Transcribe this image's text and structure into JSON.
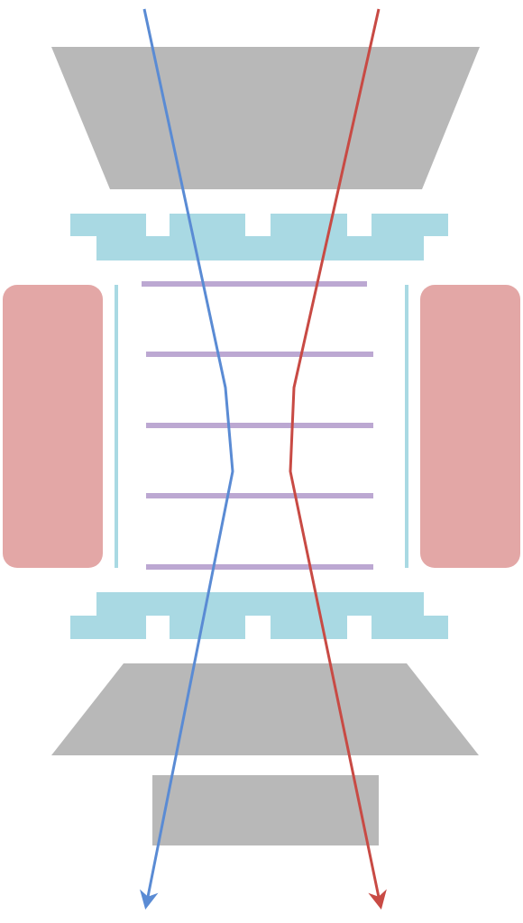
{
  "colors": {
    "background": "#ffffff",
    "trapezoid": "#b8b8b8",
    "block": "#b8b8b8",
    "bracket": "#a9d9e3",
    "sidebar": "#a9d9e3",
    "side_pad": "#e3a7a6",
    "plate": "#bca8d2",
    "blue_ray": "#5a8bd4",
    "red_ray": "#c84a44"
  },
  "elements": {
    "upper_trapezoid": "upper-trapezoid",
    "upper_bracket": "upper-bracket",
    "left_pad": "left-pad",
    "right_pad": "right-pad",
    "left_sidebar": "left-sidebar",
    "right_sidebar": "right-sidebar",
    "plates_count": 5,
    "lower_bracket": "lower-bracket",
    "lower_trapezoid": "lower-trapezoid",
    "bottom_block": "bottom-block",
    "rays": [
      "blue-ray",
      "red-ray"
    ]
  },
  "icons": {
    "ray_end": "arrowhead-icon"
  }
}
